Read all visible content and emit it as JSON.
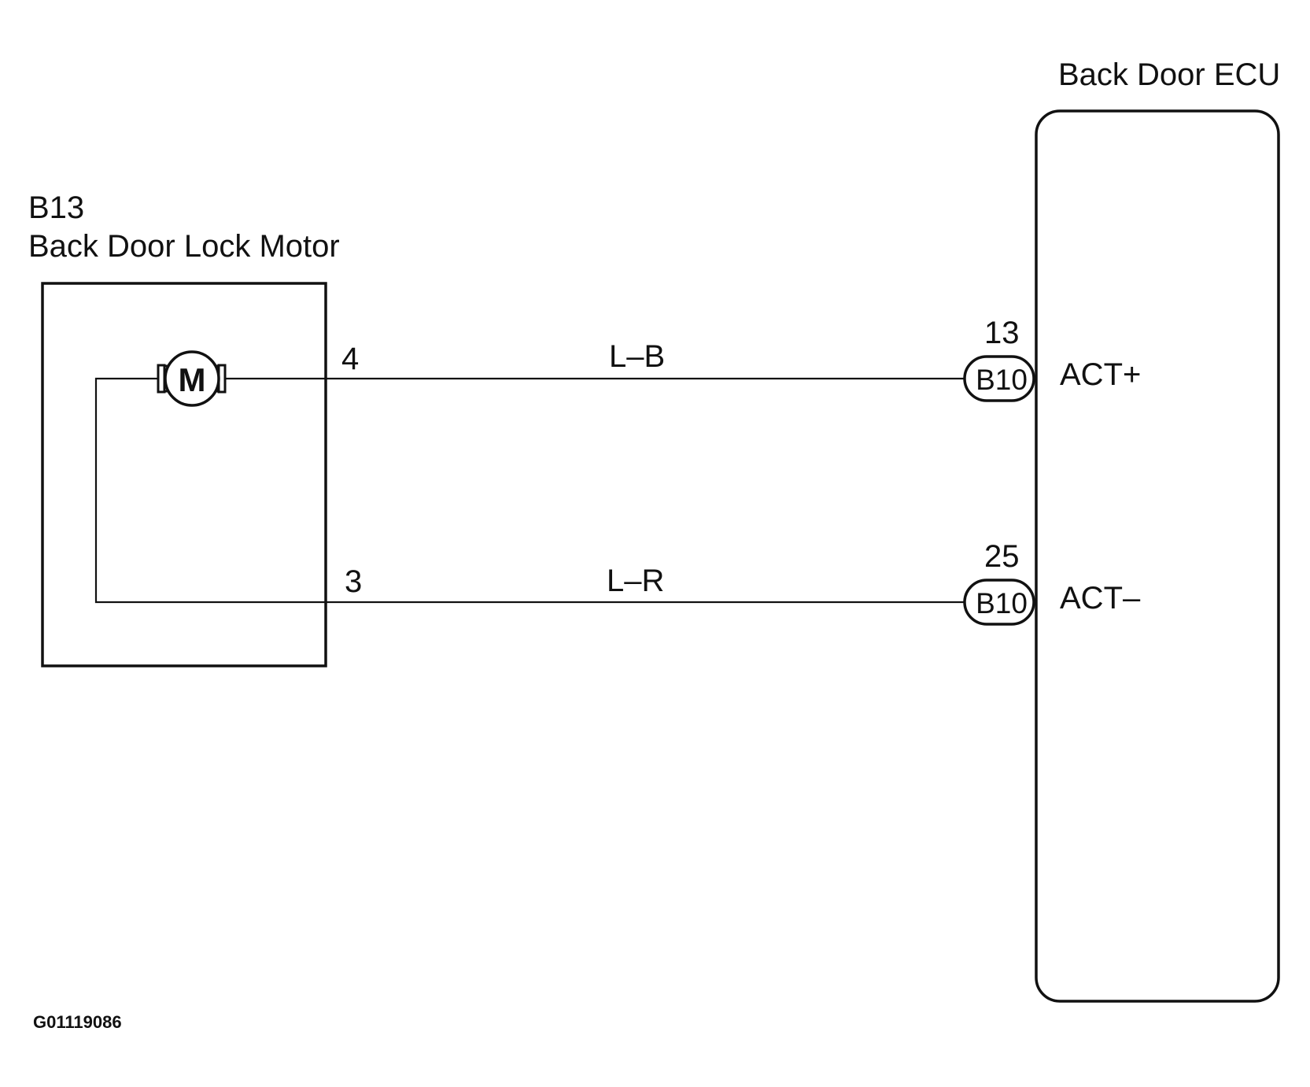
{
  "ecu": {
    "name": "Back Door ECU"
  },
  "motor": {
    "code": "B13",
    "name": "Back Door Lock Motor",
    "symbol": "M",
    "icon": "motor-icon"
  },
  "wires": [
    {
      "motor_pin": "4",
      "color_code": "L–B",
      "ecu_pin": "13",
      "connector": "B10",
      "signal": "ACT+"
    },
    {
      "motor_pin": "3",
      "color_code": "L–R",
      "ecu_pin": "25",
      "connector": "B10",
      "signal": "ACT–"
    }
  ],
  "figure_id": "G01119086"
}
